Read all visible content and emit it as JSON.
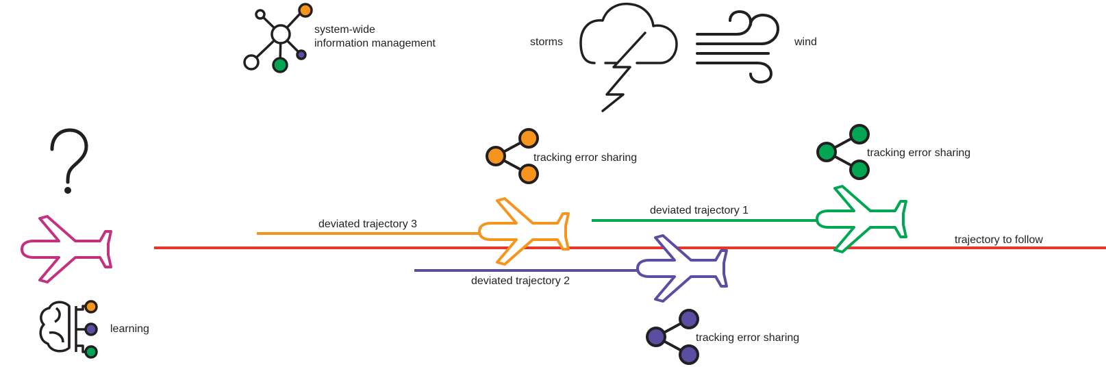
{
  "labels": {
    "swim": "system-wide\ninformation management",
    "storms": "storms",
    "wind": "wind",
    "learning": "learning",
    "sharing_orange": "tracking error sharing",
    "sharing_green": "tracking error sharing",
    "sharing_purple": "tracking error sharing",
    "traj1": "deviated trajectory 1",
    "traj2": "deviated trajectory 2",
    "traj3": "deviated trajectory 3",
    "traj_follow": "trajectory to follow"
  },
  "icons": {
    "question": "question-mark-icon",
    "lead_plane": "airplane-icon",
    "swim": "network-hub-icon",
    "storm": "storm-cloud-icon",
    "wind": "wind-icon",
    "brain": "brain-network-icon",
    "share": "share-nodes-icon"
  },
  "colors": {
    "reference": "#e8352c",
    "lead": "#c4317f",
    "traj1": "#00a651",
    "traj2": "#5a4ea3",
    "traj3": "#f7941d",
    "ink": "#231f20"
  }
}
